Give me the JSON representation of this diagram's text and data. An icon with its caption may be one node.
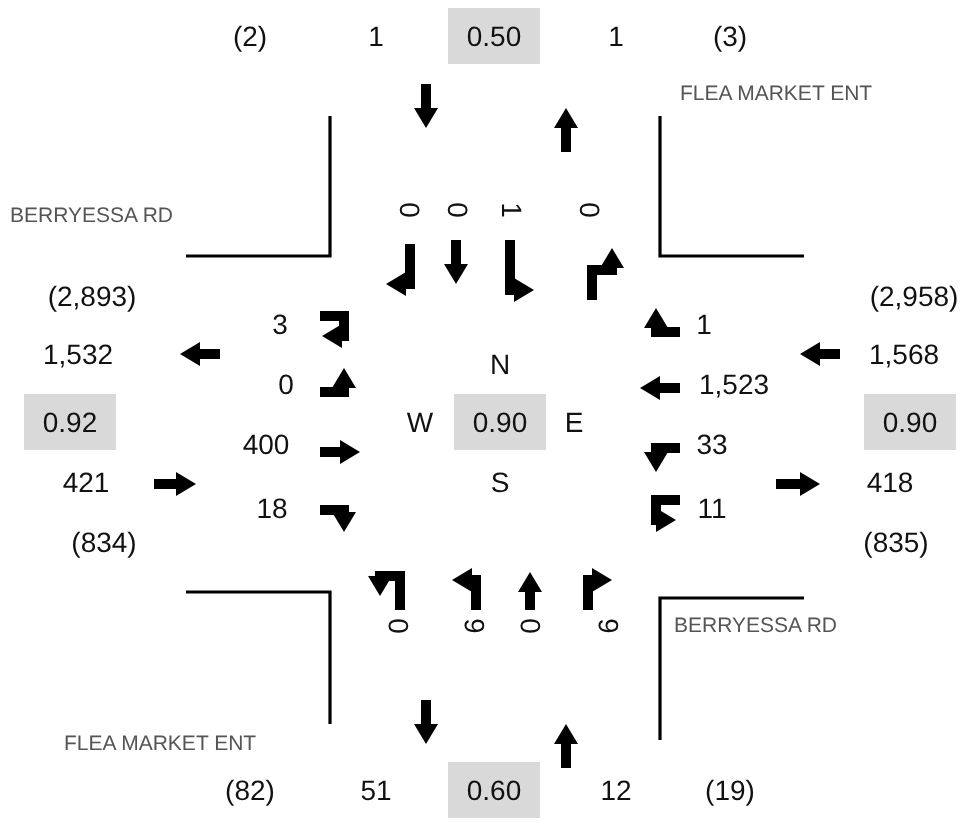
{
  "diagram": {
    "labels": [
      "(2)",
      "1",
      "0.50",
      "1",
      "(3)",
      "FLEA MARKET ENT",
      "BERRYESSA RD",
      "0",
      "0",
      "1",
      "0",
      "(2,893)",
      "(2,958)",
      "3",
      "1",
      "1,532",
      "N",
      "1,568",
      "0",
      "1,523",
      "0.92",
      "W",
      "0.90",
      "E",
      "0.90",
      "400",
      "33",
      "421",
      "S",
      "418",
      "18",
      "11",
      "(834)",
      "(835)",
      "0",
      "6",
      "0",
      "6",
      "BERRYESSA RD",
      "FLEA MARKET ENT",
      "(82)",
      "51",
      "0.60",
      "12",
      "(19)"
    ]
  }
}
